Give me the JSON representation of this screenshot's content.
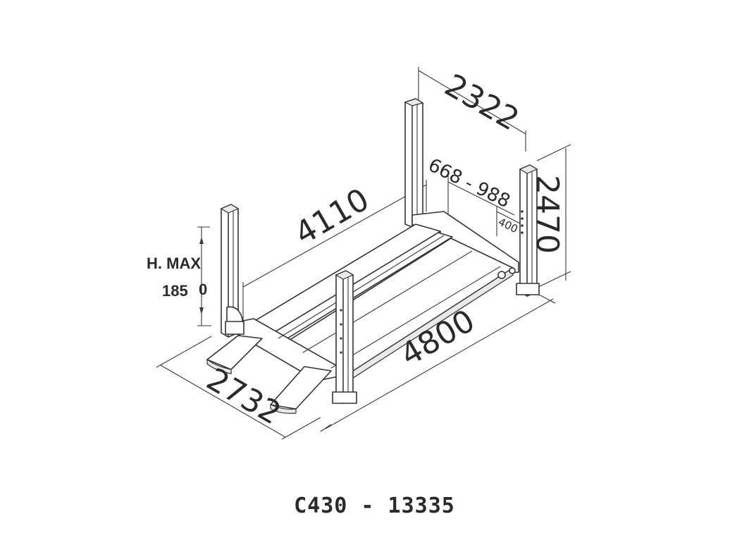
{
  "dimensions": {
    "width_top": "2322",
    "height": "2470",
    "inner_length": "4110",
    "overall_length": "4800",
    "overall_width": "2732",
    "runway_gap": "668 - 988",
    "runway_width": "400"
  },
  "max_height": {
    "label": "H. MAX",
    "value": "185",
    "value_unit": "0"
  },
  "model_caption": "C430 - 13335"
}
